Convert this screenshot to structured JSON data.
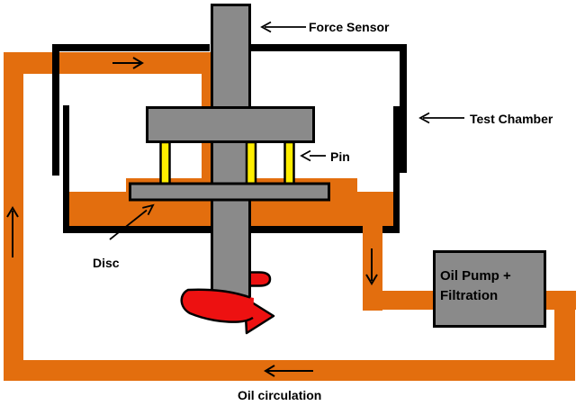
{
  "diagram": {
    "labels": {
      "force_sensor": "Force Sensor",
      "test_chamber": "Test Chamber",
      "pin": "Pin",
      "disc": "Disc",
      "oil_circulation": "Oil circulation"
    },
    "pump": {
      "line1": "Oil Pump +",
      "line2": "Filtration"
    },
    "flow_arrows": {
      "top_pipe": "right",
      "left_pipe": "up",
      "chamber_outlet": "down",
      "bottom_pipe": "left"
    },
    "rotation_arrow": "red curved arrow looping around shaft, pointing right"
  },
  "colors": {
    "pipe-orange": "#E36E0E",
    "metal-gray": "#8A8A8A",
    "pin-yellow": "#FFEE00",
    "rotation-red": "#ED1111",
    "ink": "#000000",
    "background": "#FFFFFF"
  }
}
